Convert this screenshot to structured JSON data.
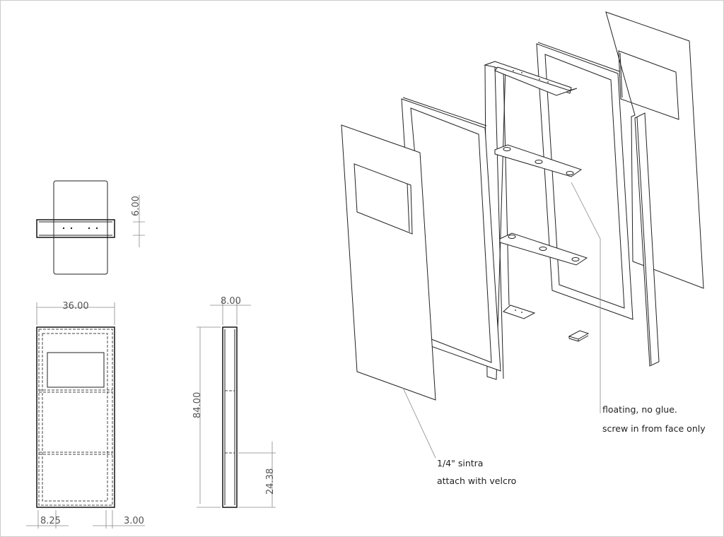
{
  "dimensions": {
    "top_depth": "6.00",
    "width": "36.00",
    "depth": "8.00",
    "height": "84.00",
    "lower_bracket_height": "24.38",
    "left_inset": "8.25",
    "right_inset": "3.00"
  },
  "notes": {
    "bracket_line1": "floating, no glue.",
    "bracket_line2": "screw in from face only",
    "panel_line1": "1/4\" sintra",
    "panel_line2": "attach with velcro"
  }
}
